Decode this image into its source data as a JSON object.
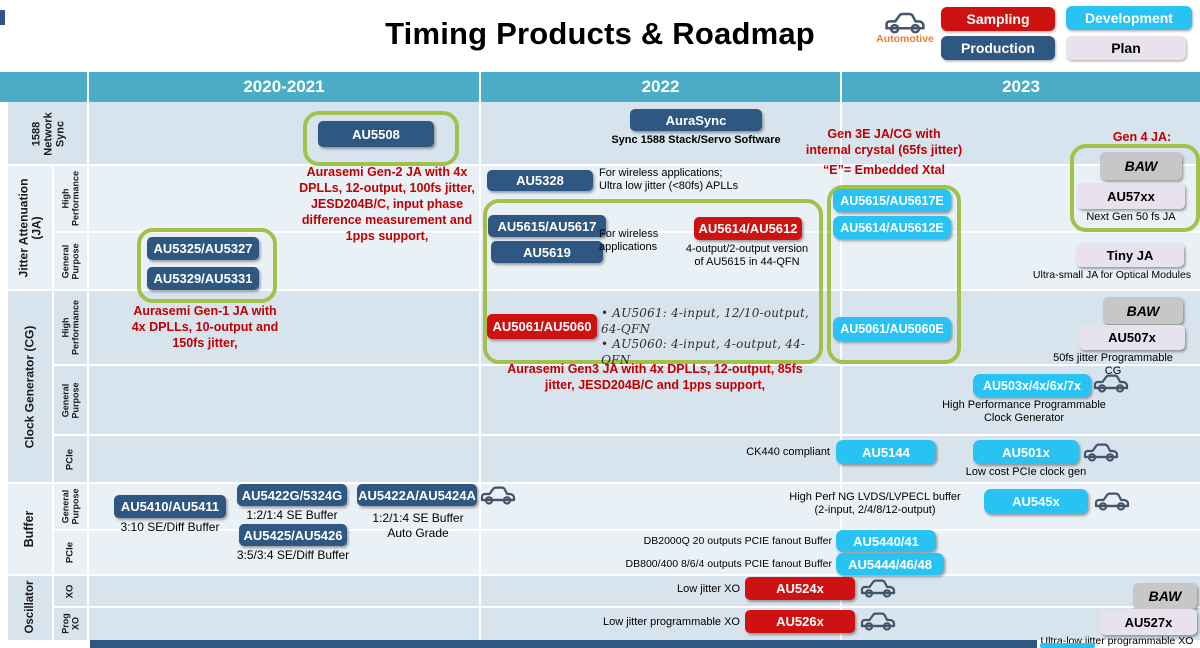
{
  "title": "Timing Products & Roadmap",
  "legend": {
    "automotive": "Automotive",
    "sampling": "Sampling",
    "development": "Development",
    "production": "Production",
    "plan": "Plan"
  },
  "colors": {
    "sampling": "#CE1212",
    "development": "#29C3F3",
    "production": "#2E5781",
    "plan": "#E8E2EE",
    "baw": "#C7C7C7",
    "header_teal": "#4BACC6",
    "note_red": "#C00000",
    "green_outline": "#A2C14B",
    "automotive_orange": "#ED7D31"
  },
  "columns": [
    "2020-2021",
    "2022",
    "2023"
  ],
  "sidebar": {
    "groups": [
      {
        "label": "1588 Network Sync"
      },
      {
        "label": "Jitter Attenuation (JA)",
        "sub1": "High Performance",
        "sub2": "General Purpose"
      },
      {
        "label": "Clock Generator (CG)",
        "sub1": "High Performance",
        "sub2": "General Purpose",
        "sub3": "PCIe"
      },
      {
        "label": "Buffer",
        "sub1": "General Purpose",
        "sub2": "PCIe"
      },
      {
        "label": "Oscillator",
        "sub1": "XO",
        "sub2": "Prog XO"
      }
    ]
  },
  "net1588": {
    "au5508": "AU5508",
    "aurasync": "AuraSync",
    "aurasync_caption": "Sync 1588 Stack/Servo Software"
  },
  "ja": {
    "gen2_note": "Aurasemi Gen-2 JA with 4x\nDPLLs,  12-output, 100fs jitter,\nJESD204B/C, input phase\ndifference measurement and\n1pps support,",
    "au5328": "AU5328",
    "au5328_caption": "For wireless applications;\nUltra low jitter (<80fs) APLLs",
    "au5615": "AU5615/AU5617",
    "au5619": "AU5619",
    "wireless_caption": "For wireless\napplications",
    "au5614": "AU5614/AU5612",
    "au5614_caption": "4-output/2-output version\nof AU5615 in 44-QFN",
    "gen3e_note": "Gen 3E JA/CG with\ninternal crystal (65fs jitter)",
    "embedded_note": "“E”= Embedded Xtal",
    "au5615e": "AU5615/AU5617E",
    "au5614e": "AU5614/AU5612E",
    "gen4_note": "Gen 4 JA:",
    "baw": "BAW",
    "au57xx": "AU57xx",
    "gen4_caption": "Next Gen 50 fs JA",
    "au5325": "AU5325/AU5327",
    "au5329": "AU5329/AU5331",
    "gen1_note": "Aurasemi Gen-1 JA with\n4x DPLLs, 10-output and\n150fs jitter,",
    "tinyja": "Tiny JA",
    "tinyja_caption": "Ultra-small JA for Optical Modules"
  },
  "cg": {
    "au5061": "AU5061/AU5060",
    "au5061_bullets": "• AU5061: 4-input, 12/10-output,\n64-QFN\n• AU5060: 4-input, 4-output, 44-\nQFN",
    "au5061e": "AU5061/AU5060E",
    "gen3_note": "Aurasemi Gen3 JA with 4x DPLLs, 12-output, 85fs\njitter, JESD204B/C and 1pps support,",
    "baw": "BAW",
    "au507x": "AU507x",
    "au507x_caption": "50fs jitter Programmable\nCG",
    "au503x": "AU503x/4x/6x/7x",
    "au503x_caption": "High Performance Programmable\nClock Generator",
    "ck440_caption": "CK440 compliant",
    "au5144": "AU5144",
    "au501x": "AU501x",
    "au501x_caption": "Low cost PCIe clock gen"
  },
  "buffer": {
    "au5410": "AU5410/AU5411",
    "au5410_caption": "3:10 SE/Diff Buffer",
    "au5422g": "AU5422G/5324G",
    "au5422g_caption": "1:2/1:4 SE Buffer",
    "au5425": "AU5425/AU5426",
    "au5425_caption": "3:5/3:4 SE/Diff Buffer",
    "au5422a": "AU5422A/AU5424A",
    "au5422a_caption": "1:2/1:4 SE Buffer\nAuto Grade",
    "au545x_note": "High Perf NG LVDS/LVPECL buffer\n(2-input, 2/4/8/12-output)",
    "au545x": "AU545x",
    "db2000_caption": "DB2000Q  20 outputs PCIE fanout Buffer",
    "au5440": "AU5440/41",
    "db800_caption": "DB800/400 8/6/4 outputs PCIE fanout Buffer",
    "au5444": "AU5444/46/48"
  },
  "osc": {
    "xo_caption": "Low jitter XO",
    "au524x": "AU524x",
    "baw": "BAW",
    "progxo_caption": "Low jitter programmable XO",
    "au526x": "AU526x",
    "au527x": "AU527x",
    "au527x_caption": "Ultra-low jitter programmable XO"
  }
}
